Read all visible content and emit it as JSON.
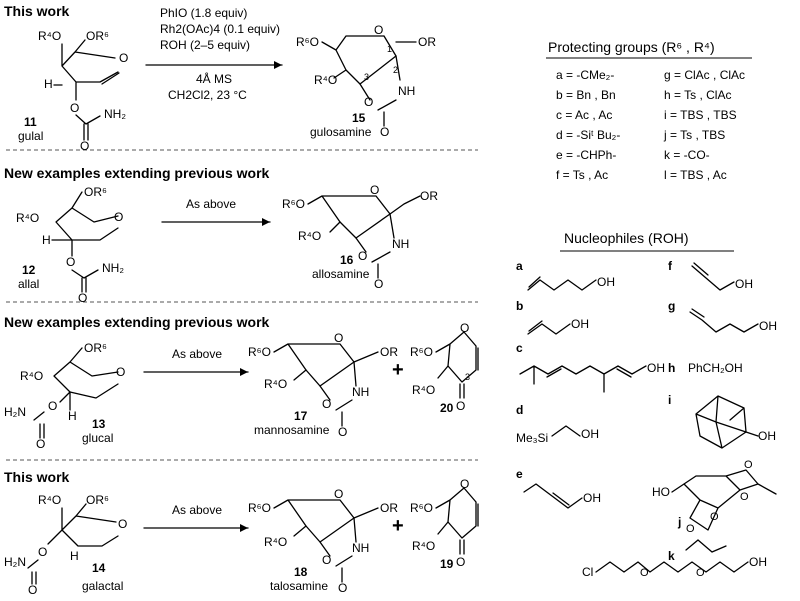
{
  "sections": {
    "this_work_1": "This work",
    "new_1": "New examples extending previous work",
    "new_2": "New examples extending previous work",
    "this_work_2": "This work"
  },
  "conditions": {
    "line1": "PhIO (1.8 equiv)",
    "line2": "Rh2(OAc)4 (0.1 equiv)",
    "line3": "ROH (2–5 equiv)",
    "line4": "4Å MS",
    "line5": "CH2Cl2, 23 °C",
    "as_above": "As above"
  },
  "compounds": {
    "c11": {
      "num": "11",
      "name": "gulal"
    },
    "c15": {
      "num": "15",
      "name": "gulosamine"
    },
    "c12": {
      "num": "12",
      "name": "allal"
    },
    "c16": {
      "num": "16",
      "name": "allosamine"
    },
    "c13": {
      "num": "13",
      "name": "glucal"
    },
    "c17": {
      "num": "17",
      "name": "mannosamine"
    },
    "c20": {
      "num": "20"
    },
    "c14": {
      "num": "14",
      "name": "galactal"
    },
    "c18": {
      "num": "18",
      "name": "talosamine"
    },
    "c19": {
      "num": "19"
    }
  },
  "atoms": {
    "R4O": "R⁴O",
    "OR6": "OR⁶",
    "R6O": "R⁶O",
    "O": "O",
    "OR": "OR",
    "NH": "NH",
    "NH2": "NH₂",
    "H2N": "H₂N",
    "H": "H",
    "plus": "+"
  },
  "protecting_groups": {
    "title": "Protecting groups (R⁶ , R⁴)",
    "left": [
      "a = -CMe₂-",
      "b = Bn , Bn",
      "c = Ac , Ac",
      "d = -Siᵗ Bu₂-",
      "e = -CHPh-",
      "f = Ts , Ac"
    ],
    "right": [
      "g = ClAc , ClAc",
      "h = Ts , ClAc",
      "i = TBS , TBS",
      "j = Ts , TBS",
      "k = -CO-",
      "l = TBS , Ac"
    ]
  },
  "nucleophiles": {
    "title": "Nucleophiles (ROH)",
    "labels": [
      "a",
      "b",
      "c",
      "d",
      "e",
      "f",
      "g",
      "h",
      "i",
      "j",
      "k"
    ],
    "h_text": "PhCH₂OH",
    "me3si": "Me₃Si",
    "oh": "OH",
    "ho": "HO",
    "cl": "Cl"
  }
}
